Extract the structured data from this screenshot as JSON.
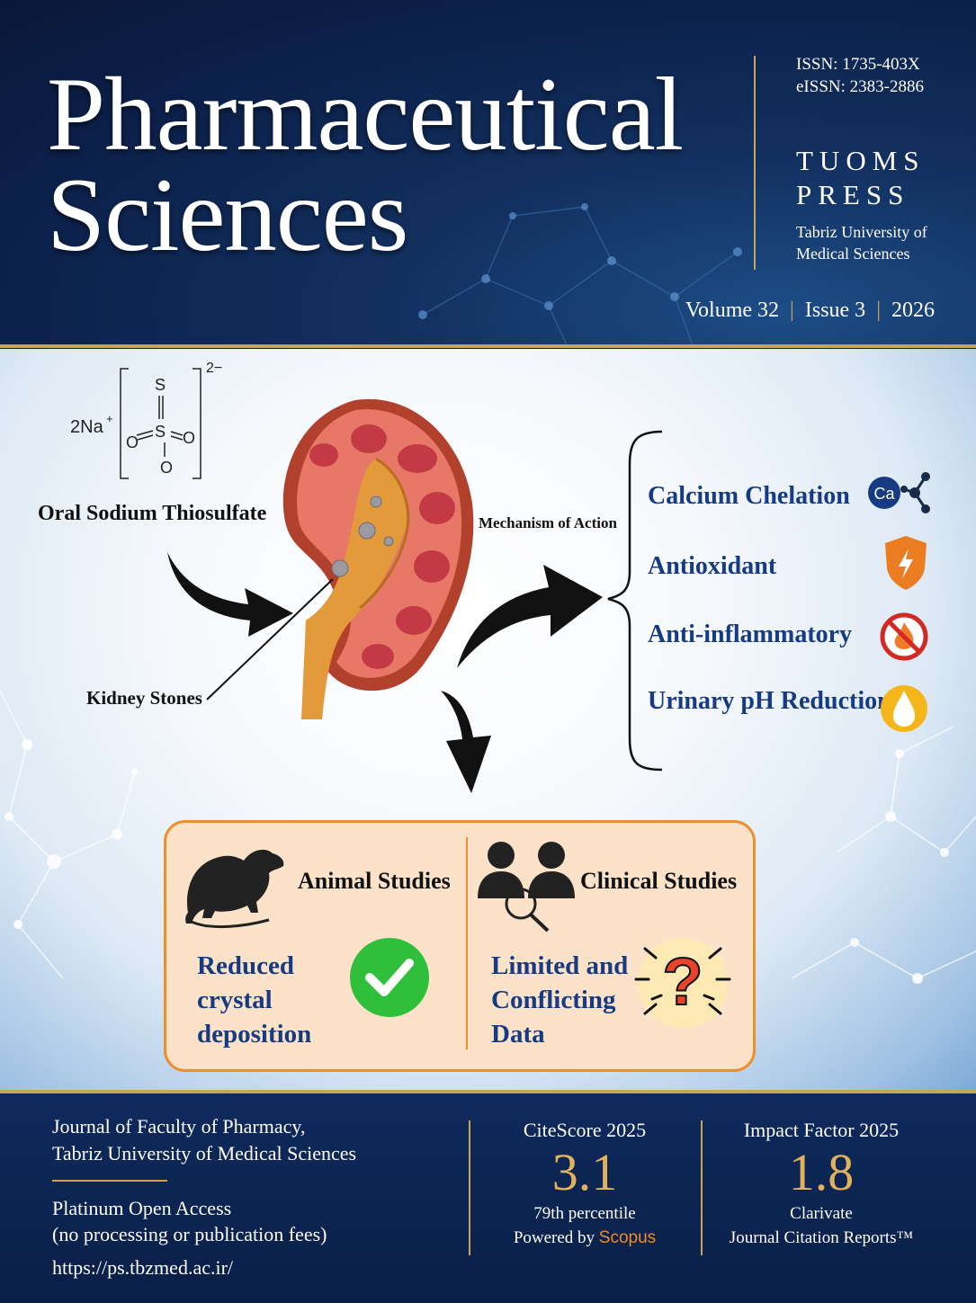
{
  "header": {
    "title_line1": "Pharmaceutical",
    "title_line2": "Sciences",
    "issn": "ISSN: 1735-403X",
    "eissn": "eISSN: 2383-2886",
    "publisher_line1": "TUOMS",
    "publisher_line2": "PRESS",
    "university_line1": "Tabriz University of",
    "university_line2": "Medical Sciences",
    "volume": "Volume 32",
    "issue": "Issue 3",
    "year": "2026",
    "separator": "|"
  },
  "main": {
    "formula": {
      "cation": "2Na",
      "cation_charge": "+",
      "anion_charge": "2−",
      "atoms": {
        "sulfur": "S",
        "oxygen": "O"
      }
    },
    "drug_label": "Oral Sodium Thiosulfate",
    "stones_label": "Kidney Stones",
    "mechanism_heading": "Mechanism of Action",
    "mechanisms": [
      {
        "label": "Calcium Chelation",
        "icon": "calcium-ion-icon",
        "icon_text": "Ca"
      },
      {
        "label": "Antioxidant",
        "icon": "shield-icon"
      },
      {
        "label": "Anti-inflammatory",
        "icon": "no-fire-icon"
      },
      {
        "label": "Urinary pH Reduction",
        "icon": "droplet-icon"
      }
    ],
    "studies": {
      "animal": {
        "title": "Animal Studies",
        "result": "Reduced crystal deposition",
        "icon": "checkmark-icon"
      },
      "clinical": {
        "title": "Clinical Studies",
        "result": "Limited and Conflicting Data",
        "icon": "question-mark-icon",
        "icon_text": "?"
      }
    }
  },
  "footer": {
    "journal_line1": "Journal of Faculty of Pharmacy,",
    "journal_line2": "Tabriz University of Medical Sciences",
    "access_line1": "Platinum Open Access",
    "access_line2": "(no processing or publication fees)",
    "url": "https://ps.tbzmed.ac.ir/",
    "citescore": {
      "label": "CiteScore 2025",
      "value": "3.1",
      "percentile": "79th percentile",
      "powered_prefix": "Powered by",
      "powered_brand": "Scopus"
    },
    "impact_factor": {
      "label": "Impact Factor 2025",
      "value": "1.8",
      "provider_line1": "Clarivate",
      "provider_line2": "Journal Citation Reports™"
    }
  },
  "colors": {
    "navy": "#0d2350",
    "gold": "#c9a458",
    "accent_blue": "#163b82",
    "orange": "#ec8f2f",
    "box_fill": "#fbe2c8"
  }
}
